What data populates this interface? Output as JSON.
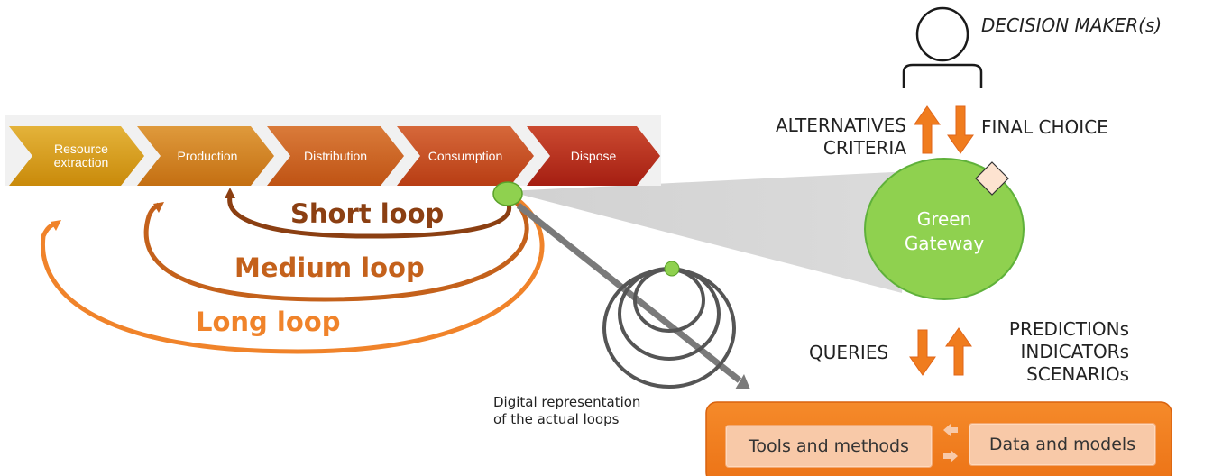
{
  "value_chain": [
    {
      "label": "Resource extraction"
    },
    {
      "label": "Production"
    },
    {
      "label": "Distribution"
    },
    {
      "label": "Consumption"
    },
    {
      "label": "Dispose"
    }
  ],
  "loops": {
    "short": "Short loop",
    "medium": "Medium loop",
    "long": "Long loop"
  },
  "digital_caption": {
    "line1": "Digital representation",
    "line2": "of the actual loops"
  },
  "decision_maker": "DECISION MAKER(s)",
  "upper_left": {
    "line1": "ALTERNATIVES",
    "line2": "CRITERIA"
  },
  "upper_right": "FINAL CHOICE",
  "gateway": {
    "line1": "Green",
    "line2": "Gateway"
  },
  "lower_left": "QUERIES",
  "lower_right": {
    "line1": "PREDICTIONs",
    "line2": "INDICATORs",
    "line3": "SCENARIOs"
  },
  "platform": {
    "tools": "Tools and methods",
    "data": "Data and models"
  },
  "colors": {
    "stage1": "#d49a0f",
    "stage2": "#cf7d1a",
    "stage3": "#c9601d",
    "stage4": "#c44a1e",
    "stage5": "#b5281a",
    "short_loop": "#8b3f12",
    "medium_loop": "#c4611b",
    "long_loop": "#f0832a",
    "gateway": "#8fd14f",
    "orange": "#f07c1e"
  }
}
